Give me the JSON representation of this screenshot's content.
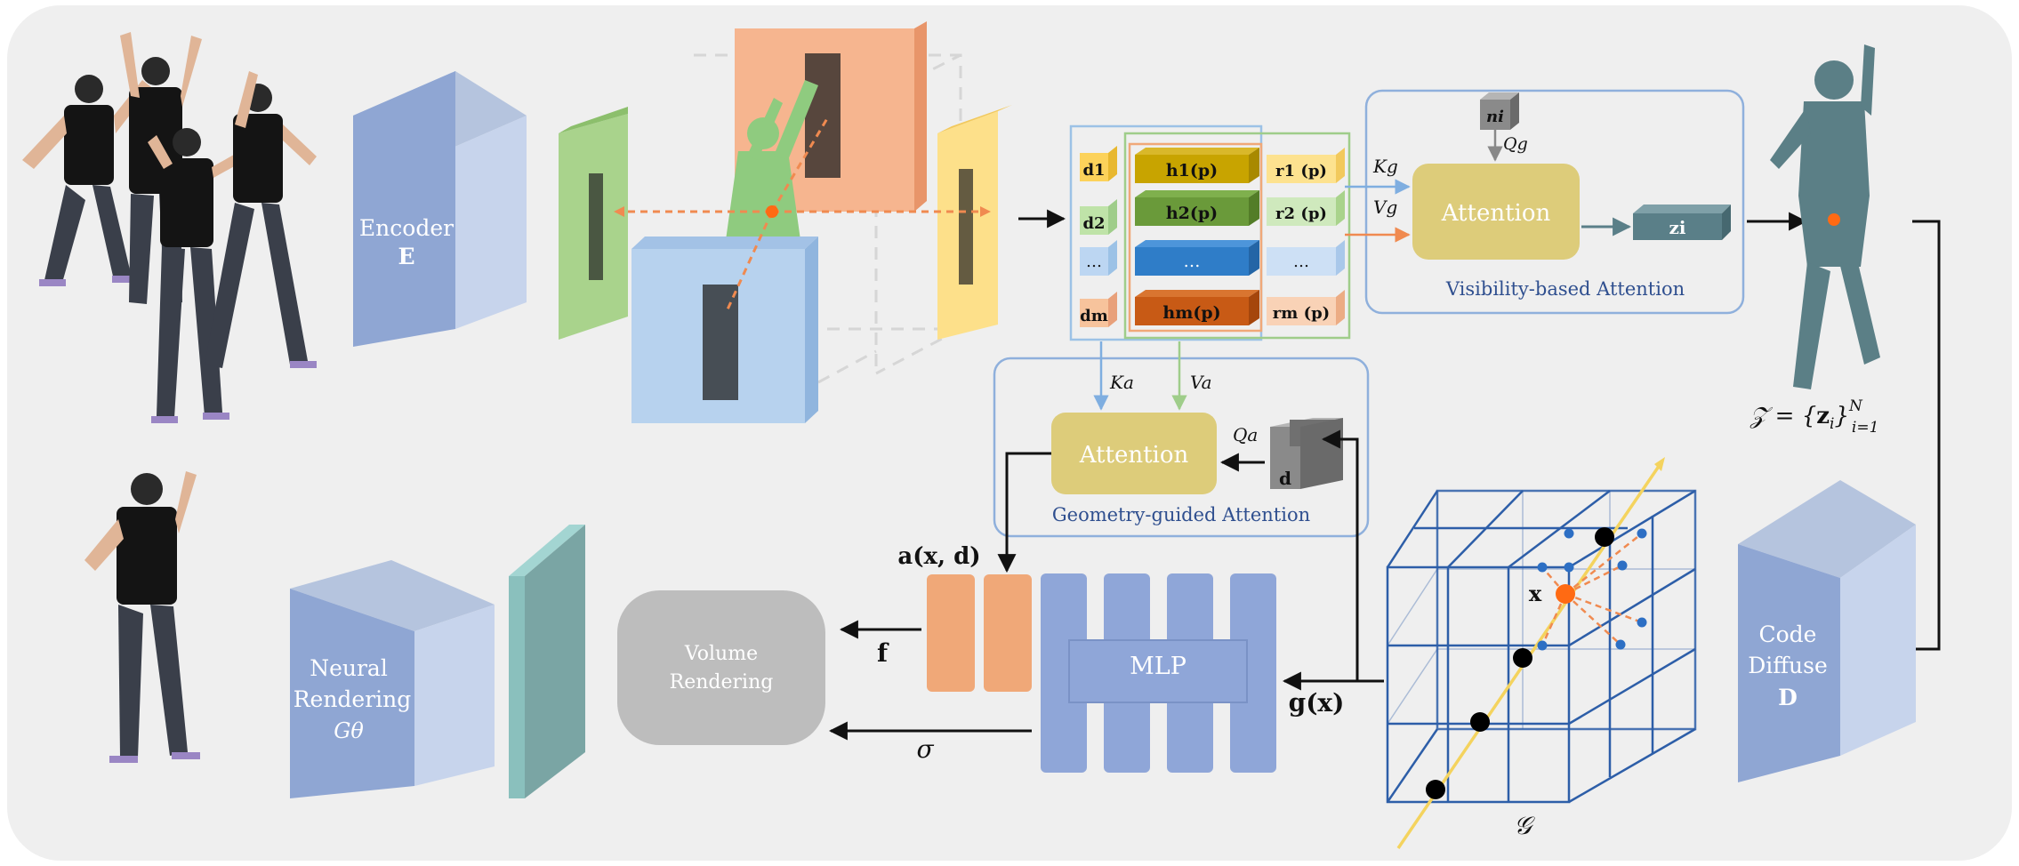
{
  "labels": {
    "encoder": [
      "Encoder",
      "E"
    ],
    "code_diffuse": [
      "Code",
      "Diffuse",
      "D"
    ],
    "neural_rendering": [
      "Neural",
      "Rendering",
      "Gθ"
    ],
    "volume_rendering": [
      "Volume",
      "Rendering"
    ],
    "mlp": "MLP",
    "attention_top": "Attention",
    "attention_mid": "Attention",
    "visibility_caption": "Visibility-based Attention",
    "geometry_caption": "Geometry-guided Attention",
    "z_i": "zi",
    "n_i": "ni",
    "Q_g": "Qg",
    "K_g": "Kg",
    "V_g": "Vg",
    "K_a": "Ka",
    "V_a": "Va",
    "Q_a": "Qa",
    "d": "d",
    "a_xd": "a(x, d)",
    "f": "f",
    "sigma": "σ",
    "g_x": "g(x)",
    "x": "x",
    "grid_G": "𝒢",
    "Z_set": "𝒵 = {zi}Ni=1"
  },
  "feature_table": {
    "d_col": [
      "d1",
      "d2",
      "…",
      "dm"
    ],
    "h_col": [
      "h1(p)",
      "h2(p)",
      "…",
      "hm(p)"
    ],
    "r_col": [
      "r1 (p)",
      "r2 (p)",
      "…",
      "rm (p)"
    ]
  },
  "colors": {
    "background": "#efefef",
    "block_front": "#8fa6d3",
    "block_side": "#c7d4ec",
    "block_top": "#b5c4de",
    "attention": "#ddcc7a",
    "volume_rendering": "#bdbdbd",
    "mlp_bar": "#8fa6d8",
    "feature_orange": "#f0a878",
    "panel_border": "#8fb0dc",
    "caption_blue": "#2f4f8f",
    "orange_dot": "#ff6a13",
    "grid_line": "#2d5ea8",
    "ray": "#f4d35e"
  }
}
